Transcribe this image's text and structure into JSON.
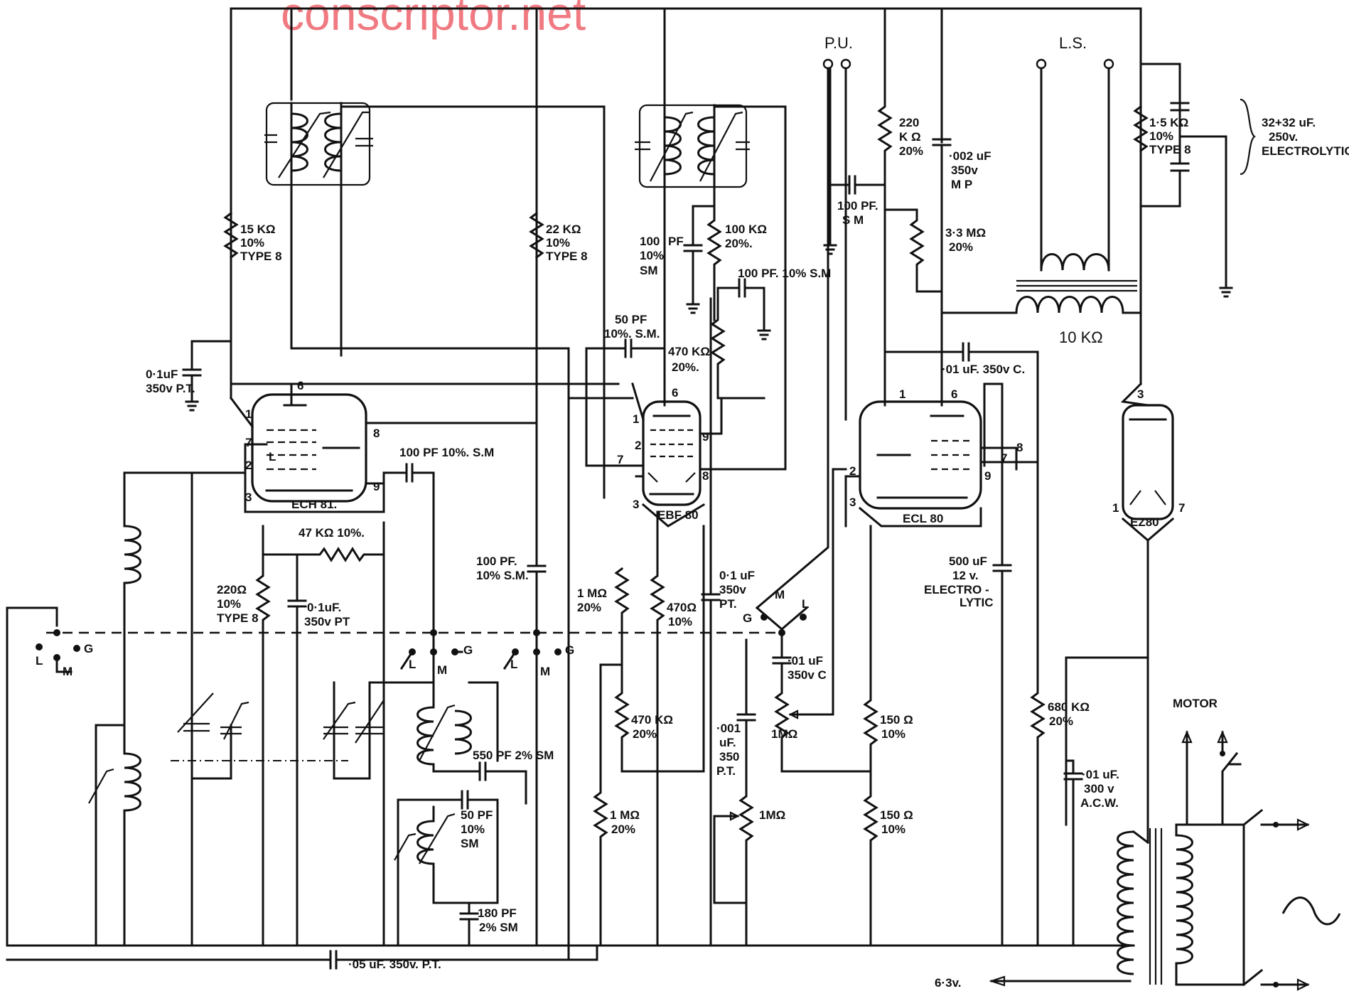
{
  "watermark": "conscriptor.net",
  "tubes": {
    "ech81": "ECH 81.",
    "ebf80": "EBF 80",
    "ecl80": "ECL 80",
    "ez80": "EZ80"
  },
  "connectors": {
    "pickup": "P.U.",
    "speaker": "L.S.",
    "motor": "MOTOR",
    "heater": "6·3v."
  },
  "components": {
    "r_15k": [
      "15 KΩ",
      "10%",
      "TYPE 8"
    ],
    "r_22k": [
      "22 KΩ",
      "10%",
      "TYPE 8"
    ],
    "r_100k": [
      "100 KΩ",
      "20%."
    ],
    "r_470k_a": [
      "470 KΩ",
      "20%."
    ],
    "r_220k": [
      "220",
      "K Ω",
      "20%"
    ],
    "r_3m3": [
      "3·3 MΩ",
      "20%"
    ],
    "r_1k5": [
      "1·5 KΩ",
      "10%",
      "TYPE 8"
    ],
    "r_220": [
      "220Ω",
      "10%",
      "TYPE 8"
    ],
    "r_47k": "47 KΩ 10%.",
    "r_1m_a": [
      "1 MΩ",
      "20%"
    ],
    "r_470": [
      "470Ω",
      "10%"
    ],
    "r_470k_b": [
      "470 KΩ",
      "20%"
    ],
    "r_1m_b": [
      "1 MΩ",
      "20%"
    ],
    "r_150_a": [
      "150 Ω",
      "10%"
    ],
    "r_150_b": [
      "150 Ω",
      "10%"
    ],
    "r_680k": [
      "680 KΩ",
      "20%"
    ],
    "pot_1m_a": "1MΩ",
    "pot_1m_b": "1MΩ",
    "transformer_out": "10 KΩ",
    "c_0u1_a": [
      "0·1uF",
      "350v P.T."
    ],
    "c_100pf_a": "100 PF 10%. S.M",
    "c_100pf_b": [
      "100 PF.",
      "10% S.M."
    ],
    "c_0u1_b": [
      "0·1uF.",
      "350v PT"
    ],
    "c_100pf_c": [
      "100",
      "10%",
      "SM"
    ],
    "c_pf_c": "PF",
    "c_100pf_d": "100 PF. 10% S.M",
    "c_50pf_a": [
      "50 PF",
      "10%. S.M."
    ],
    "c_0u1_c": [
      "0·1 uF",
      "350v",
      "PT."
    ],
    "c_100pf_e": [
      "100 PF.",
      "S M"
    ],
    "c_002": [
      "·002 uF",
      "350v",
      "M P"
    ],
    "c_32": [
      "32+32 uF.",
      "250v.",
      "ELECTROLYTIC"
    ],
    "c_01_a": "·01 uF.   350v C.",
    "c_500": [
      "500 uF",
      "12 v.",
      "ELECTRO -",
      "LYTIC"
    ],
    "c_01_b": [
      "·01 uF",
      "350v C"
    ],
    "c_001": [
      "·001",
      "uF.",
      "350",
      "P.T."
    ],
    "c_550": "550 PF  2% SM",
    "c_50pf_b": [
      "50 PF",
      "10%",
      "SM"
    ],
    "c_180": [
      "180 PF",
      "2% SM"
    ],
    "c_05": "·05 uF. 350v. P.T.",
    "c_01_c": [
      "·01 uF.",
      "300 v",
      "A.C.W."
    ]
  },
  "switch_labels": {
    "L": "L",
    "M": "M",
    "G": "G"
  },
  "pins": {
    "ech81": [
      "1",
      "2",
      "3",
      "6",
      "7",
      "8",
      "9",
      "L"
    ],
    "ebf80": [
      "1",
      "2",
      "3",
      "6",
      "7",
      "8",
      "9"
    ],
    "ecl80": [
      "1",
      "2",
      "3",
      "6",
      "7",
      "8",
      "9"
    ],
    "ez80": [
      "1",
      "3",
      "7"
    ]
  }
}
